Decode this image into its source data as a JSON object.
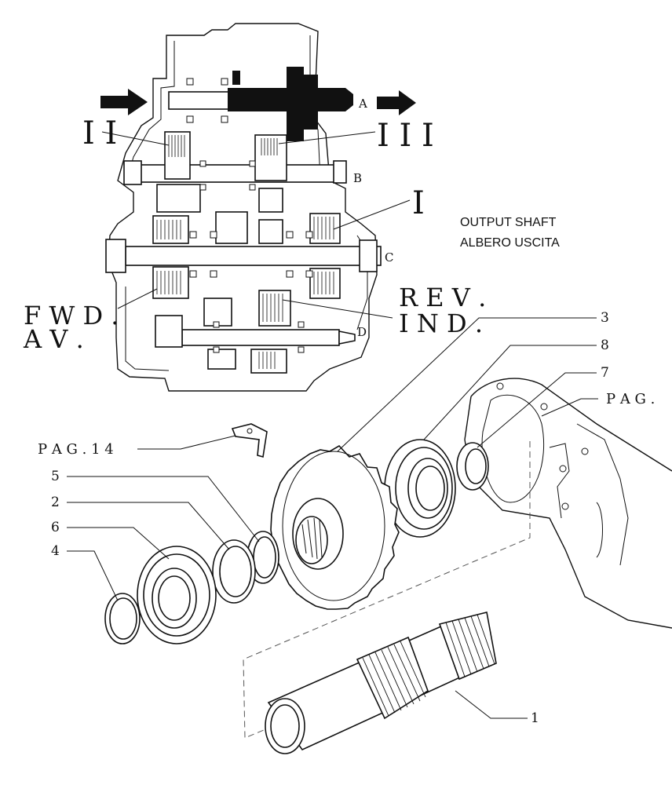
{
  "colors": {
    "ink": "#111111",
    "background": "#ffffff"
  },
  "section_view": {
    "shaft_labels": {
      "a": "A",
      "b": "B",
      "c": "C",
      "d": "D"
    },
    "gear_labels": {
      "ii": "I I",
      "iii": "I I I",
      "i": "I",
      "fwd": "F W D .",
      "av": "A V .",
      "rev": "R E V .",
      "ind": "I N D ."
    }
  },
  "title": {
    "line1": "OUTPUT SHAFT",
    "line2": "ALBERO USCITA"
  },
  "callouts": {
    "n3": "3",
    "n8": "8",
    "n7": "7",
    "n5": "5",
    "n2": "2",
    "n6": "6",
    "n4": "4",
    "n1": "1",
    "pag14": "P A G . 1 4",
    "pag": "P A G ."
  }
}
